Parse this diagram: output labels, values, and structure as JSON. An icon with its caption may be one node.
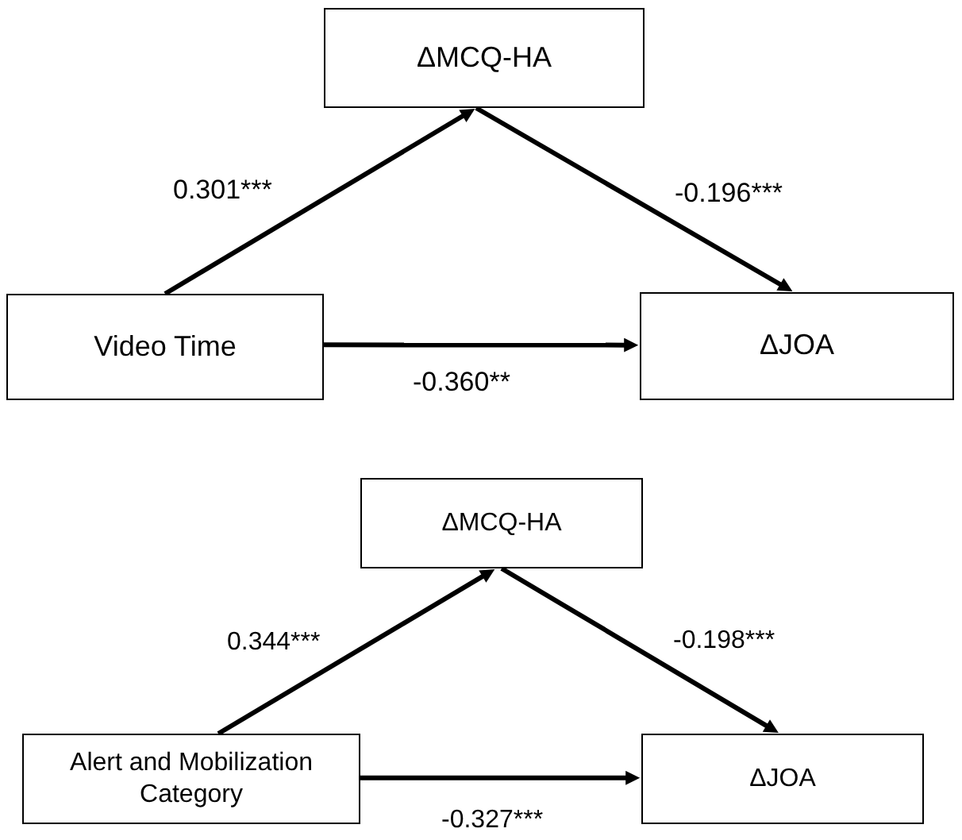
{
  "diagram": {
    "nodes": [
      {
        "text": [
          "ΔMCQ-HA"
        ]
      },
      {
        "text": [
          "Video Time"
        ]
      },
      {
        "text": [
          "ΔJOA"
        ]
      },
      {
        "text": [
          "ΔMCQ-HA"
        ]
      },
      {
        "text": [
          "Alert and Mobilization Category"
        ]
      },
      {
        "text": [
          "ΔJOA"
        ]
      }
    ],
    "edges": [
      {
        "from": 1,
        "to": 0,
        "arrow": "to",
        "label": "0.301***"
      },
      {
        "from": 0,
        "to": 2,
        "arrow": "to",
        "label": "-0.196***"
      },
      {
        "from": 1,
        "to": 2,
        "arrow": "to",
        "label": "-0.360**"
      },
      {
        "from": 4,
        "to": 3,
        "arrow": "to",
        "label": "0.344***"
      },
      {
        "from": 3,
        "to": 5,
        "arrow": "to",
        "label": "-0.198***"
      },
      {
        "from": 4,
        "to": 5,
        "arrow": "to",
        "label": "-0.327***"
      }
    ]
  }
}
